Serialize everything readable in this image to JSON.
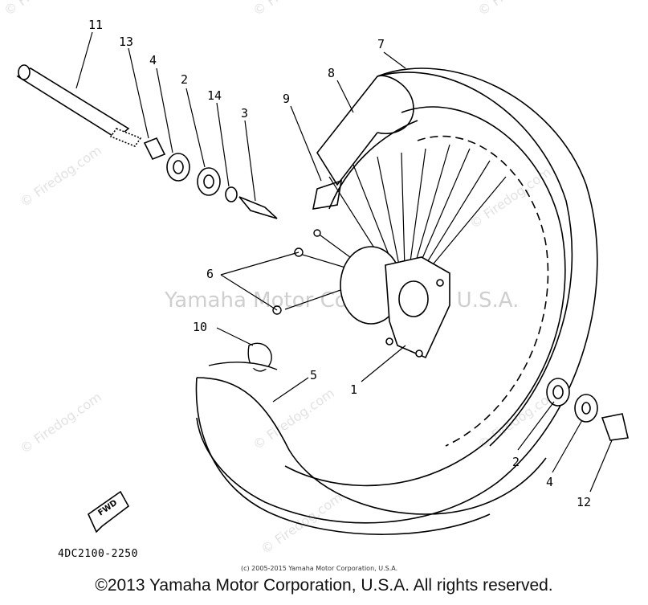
{
  "watermark": {
    "repeat_text": "© Firedog.com",
    "center_text": "Yamaha Motor Corporation, U.S.A."
  },
  "callouts": [
    "11",
    "13",
    "4",
    "2",
    "14",
    "3",
    "9",
    "8",
    "7",
    "6",
    "10",
    "5",
    "1",
    "2",
    "4",
    "12"
  ],
  "fwd_label": "FWD",
  "part_code": "4DC2100-2250",
  "small_copyright": "(c) 2005-2015 Yamaha Motor Corporation, U.S.A.",
  "footer_copyright": "©2013 Yamaha Motor Corporation, U.S.A. All rights reserved."
}
